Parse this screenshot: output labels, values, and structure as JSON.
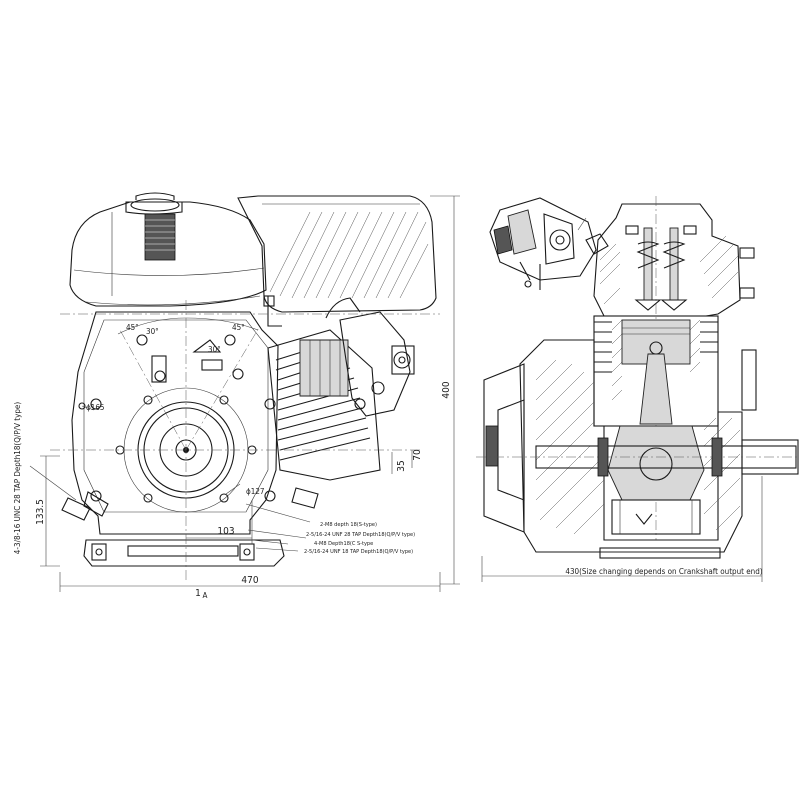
{
  "front_view": {
    "dimensions": {
      "height_total": "400",
      "width_total": "470",
      "side_a": "1",
      "side_b": "A",
      "mount_offset_x": "103",
      "mount_height": "133.5",
      "shaft_height": "70",
      "shaft_offset": "35",
      "diameter_165": "ϕ165",
      "diameter_127": "ϕ127",
      "angle_45": "45°",
      "angle_30": "30°",
      "angle_30b": "30°",
      "angle_45b": "45°"
    },
    "notes": {
      "left_vertical": "4-3/8-16 UNC 28 TAP Depth18(Q/P/V type)",
      "callout_1": "2-M8 depth 18(S-type)",
      "callout_2": "2-5/16-24 UNF 28 TAP Depth18(Q/P/V type)",
      "callout_3": "4-M8 Depth18(C S-type",
      "callout_4": "2-5/16-24 UNF 18 TAP Depth18(Q/P/V type)"
    }
  },
  "side_view": {
    "dimensions": {
      "width_note": "430(Size changing depends on Crankshaft output end)"
    }
  }
}
